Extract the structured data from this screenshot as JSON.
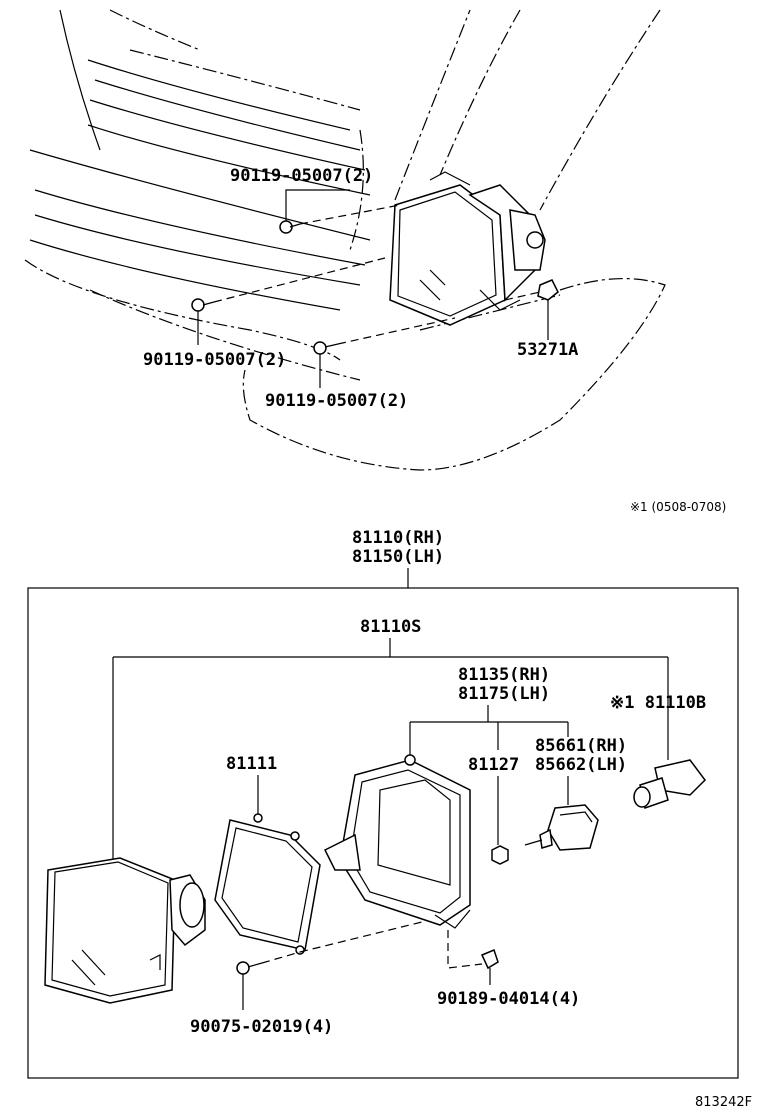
{
  "labels": {
    "bolt_top": "90119-05007(2)",
    "bolt_left": "90119-05007(2)",
    "bolt_bottom": "90119-05007(2)",
    "clip": "53271A",
    "footnote": "※1 (0508-0708)",
    "assy_rh": "81110(RH)",
    "assy_lh": "81150(LH)",
    "sub_assy": "81110S",
    "housing_rh": "81135(RH)",
    "housing_lh": "81175(LH)",
    "bulb": "※1 81110B",
    "retainer": "81111",
    "nut": "81127",
    "adjuster_rh": "85661(RH)",
    "adjuster_lh": "85662(LH)",
    "screw_lower_left": "90075-02019(4)",
    "screw_lower_right": "90189-04014(4)",
    "figure_code": "813242F"
  },
  "icons": [
    "bolt-icon",
    "clip-icon",
    "headlamp-icon",
    "bulb-icon",
    "nut-icon",
    "adjuster-icon",
    "screw-icon",
    "retainer-ring-icon",
    "housing-icon"
  ]
}
